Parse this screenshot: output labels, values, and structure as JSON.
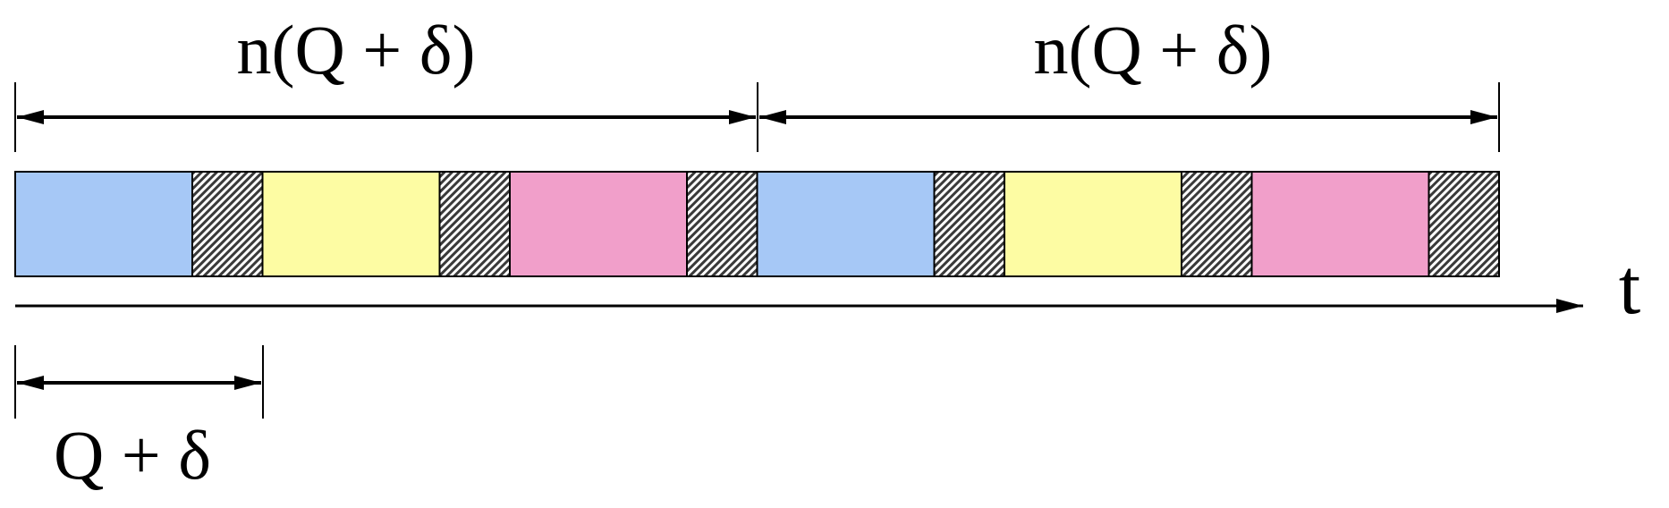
{
  "labels": {
    "period_1": "n(Q + δ)",
    "period_2": "n(Q + δ)",
    "time_axis": "t",
    "quantum": "Q + δ"
  },
  "slots": [
    {
      "kind": "quantum",
      "color": "#a6c8f6"
    },
    {
      "kind": "switch"
    },
    {
      "kind": "quantum",
      "color": "#fdfca3"
    },
    {
      "kind": "switch"
    },
    {
      "kind": "quantum",
      "color": "#f19fca"
    },
    {
      "kind": "switch"
    },
    {
      "kind": "quantum",
      "color": "#a6c8f6"
    },
    {
      "kind": "switch"
    },
    {
      "kind": "quantum",
      "color": "#fdfca3"
    },
    {
      "kind": "switch"
    },
    {
      "kind": "quantum",
      "color": "#f19fca"
    },
    {
      "kind": "switch"
    }
  ]
}
